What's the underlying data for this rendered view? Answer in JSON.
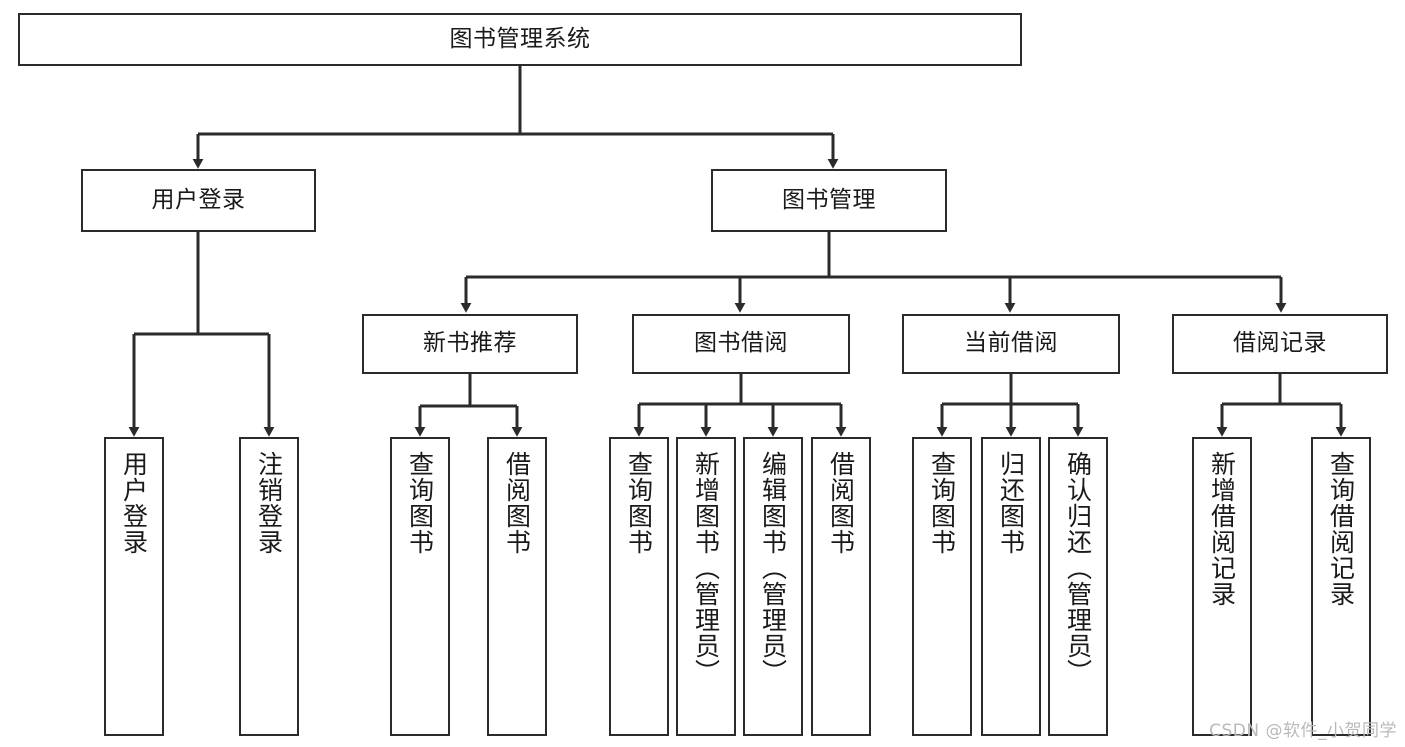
{
  "diagram": {
    "title": "图书管理系统",
    "type": "hierarchy-tree",
    "colors": {
      "box_border": "#2b2b2b",
      "box_fill": "#ffffff",
      "connector": "#2b2b2b",
      "text": "#1a1a1a",
      "watermark": "#b9b9b9"
    },
    "root": {
      "label": "图书管理系统"
    },
    "level1": [
      {
        "label": "用户登录"
      },
      {
        "label": "图书管理"
      }
    ],
    "level2": [
      {
        "label": "新书推荐"
      },
      {
        "label": "图书借阅"
      },
      {
        "label": "当前借阅"
      },
      {
        "label": "借阅记录"
      }
    ],
    "leaves": {
      "user_login": [
        {
          "label": "用户登录"
        },
        {
          "label": "注销登录"
        }
      ],
      "new_book_recommend": [
        {
          "label": "查询图书"
        },
        {
          "label": "借阅图书"
        }
      ],
      "book_borrow": [
        {
          "label": "查询图书"
        },
        {
          "label": "新增图书（管理员）"
        },
        {
          "label": "编辑图书（管理员）"
        },
        {
          "label": "借阅图书"
        }
      ],
      "current_borrow": [
        {
          "label": "查询图书"
        },
        {
          "label": "归还图书"
        },
        {
          "label": "确认归还（管理员）"
        }
      ],
      "borrow_record": [
        {
          "label": "新增借阅记录"
        },
        {
          "label": "查询借阅记录"
        }
      ]
    }
  },
  "watermark": {
    "text": "CSDN @软件_小贺同学"
  }
}
